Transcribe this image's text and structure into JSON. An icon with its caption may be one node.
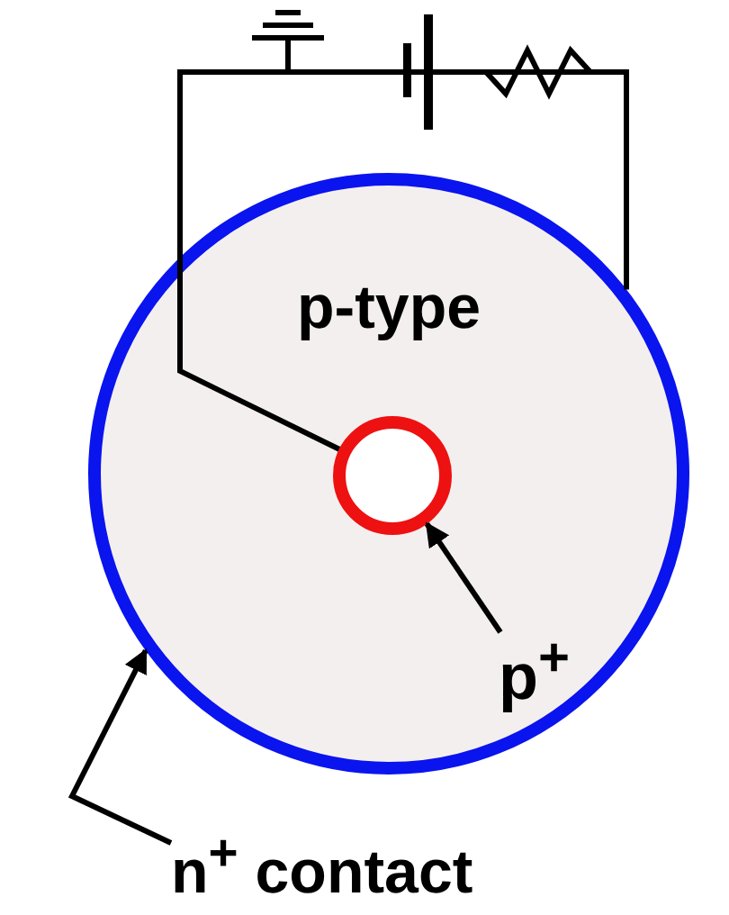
{
  "diagram": {
    "nodes": [
      {
        "text": [
          "p-type"
        ]
      },
      {
        "text": [],
        "shape": "circle",
        "in": 0
      },
      {
        "text": [
          "p$^{+}$"
        ],
        "in": 0
      },
      {
        "text": [
          "n$^{+}$ contact"
        ]
      }
    ],
    "edges": [
      {
        "from": 1,
        "to": 0,
        "arrow": "none"
      },
      {
        "from": 2,
        "to": 1,
        "arrow": "to"
      },
      {
        "from": 3,
        "to": 0,
        "arrow": "to"
      }
    ]
  }
}
